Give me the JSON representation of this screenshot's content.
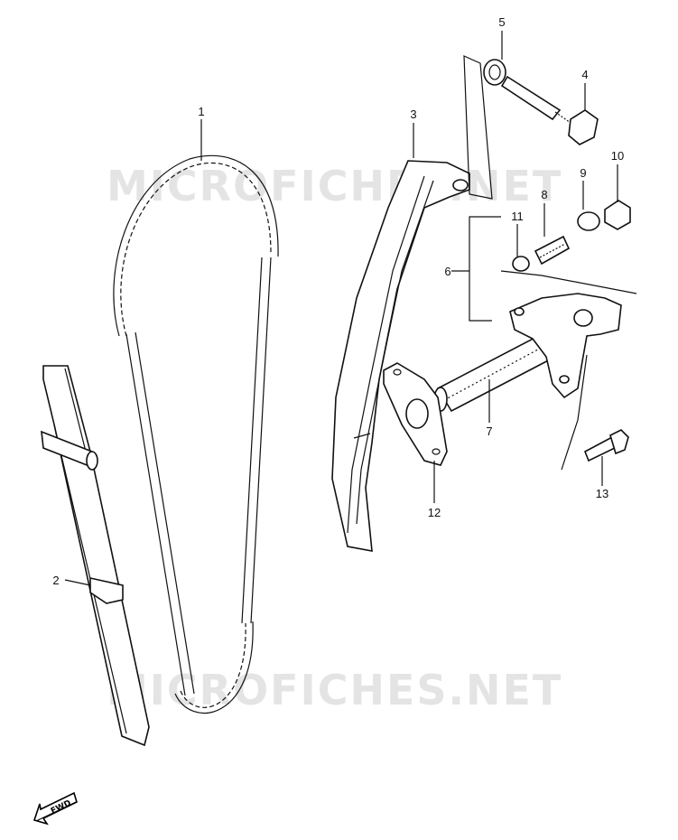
{
  "watermarks": [
    "MICROFICHES.NET",
    "MICROFICHES.NET"
  ],
  "callouts": [
    "1",
    "2",
    "3",
    "4",
    "5",
    "6",
    "7",
    "8",
    "9",
    "10",
    "11",
    "12",
    "13"
  ],
  "fwd_label": "FWD",
  "colors": {
    "line": "#111111",
    "watermark": "#e4e4e4",
    "background": "#ffffff"
  }
}
